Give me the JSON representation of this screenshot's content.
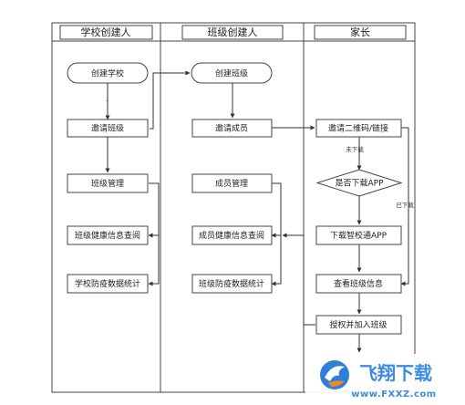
{
  "colors": {
    "line": "#333333",
    "box_fill": "#ffffff",
    "box_stroke": "#444444",
    "watermark_blue": "#2f7fd8",
    "watermark_orange": "#f08a24",
    "watermark_text": "#3b8be0"
  },
  "lanes": {
    "school": "学校创建人",
    "class": "班级创建人",
    "parent": "家长"
  },
  "nodes": {
    "create_school": "创建学校",
    "invite_class": "邀请班级",
    "class_mgmt": "班级管理",
    "class_health": "班级健康信息查阅",
    "school_stats": "学校防疫数据统计",
    "create_class": "创建班级",
    "invite_member": "邀请成员",
    "member_mgmt": "成员管理",
    "member_health": "成员健康信息查阅",
    "class_stats": "班级防疫数据统计",
    "invite_qr": "邀请二维码/链接",
    "is_downloaded": "是否下载APP",
    "download_app": "下载智校通APP",
    "view_class": "查看班级信息",
    "authorize_join": "授权并加入班级"
  },
  "edge_labels": {
    "not_downloaded": "未下载",
    "downloaded": "已下载"
  },
  "watermark": {
    "brand": "飞翔下载",
    "url": "www.FXXZ.com",
    "icon": "bird-logo-icon"
  }
}
